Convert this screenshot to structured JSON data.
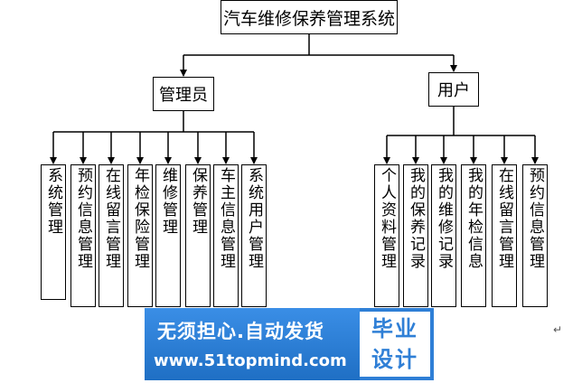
{
  "diagram": {
    "root": "汽车维修保养管理系统",
    "groups": [
      {
        "label": "管理员",
        "children": [
          "系统管理",
          "预约信息管理",
          "在线留言管理",
          "年检保险管理",
          "维修管理",
          "保养管理",
          "车主信息管理",
          "系统用户管理"
        ]
      },
      {
        "label": "用户",
        "children": [
          "个人资料管理",
          "我的保养记录",
          "我的维修记录",
          "我的年检信息",
          "在线留言管理",
          "预约信息管理"
        ]
      }
    ]
  },
  "watermark": {
    "slogan": "无须担心.自动发货",
    "url": "www.51topmind.com",
    "logo_line1": "毕业",
    "logo_line2": "设计"
  },
  "marks": {
    "paragraph_return": "↵"
  }
}
